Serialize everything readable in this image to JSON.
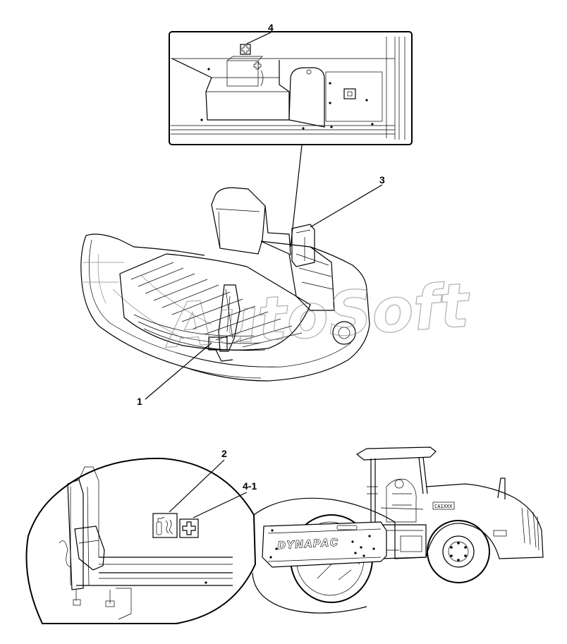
{
  "callouts": {
    "c1": "1",
    "c2": "2",
    "c3": "3",
    "c4": "4",
    "c41": "4-1"
  },
  "roller": {
    "brand": "DYNAPAC",
    "model_plate": "CA1XXX"
  },
  "watermark": "AutoSoft",
  "icons": {
    "first_aid": "first-aid-icon",
    "fire_extinguisher": "fire-extinguisher-icon"
  }
}
